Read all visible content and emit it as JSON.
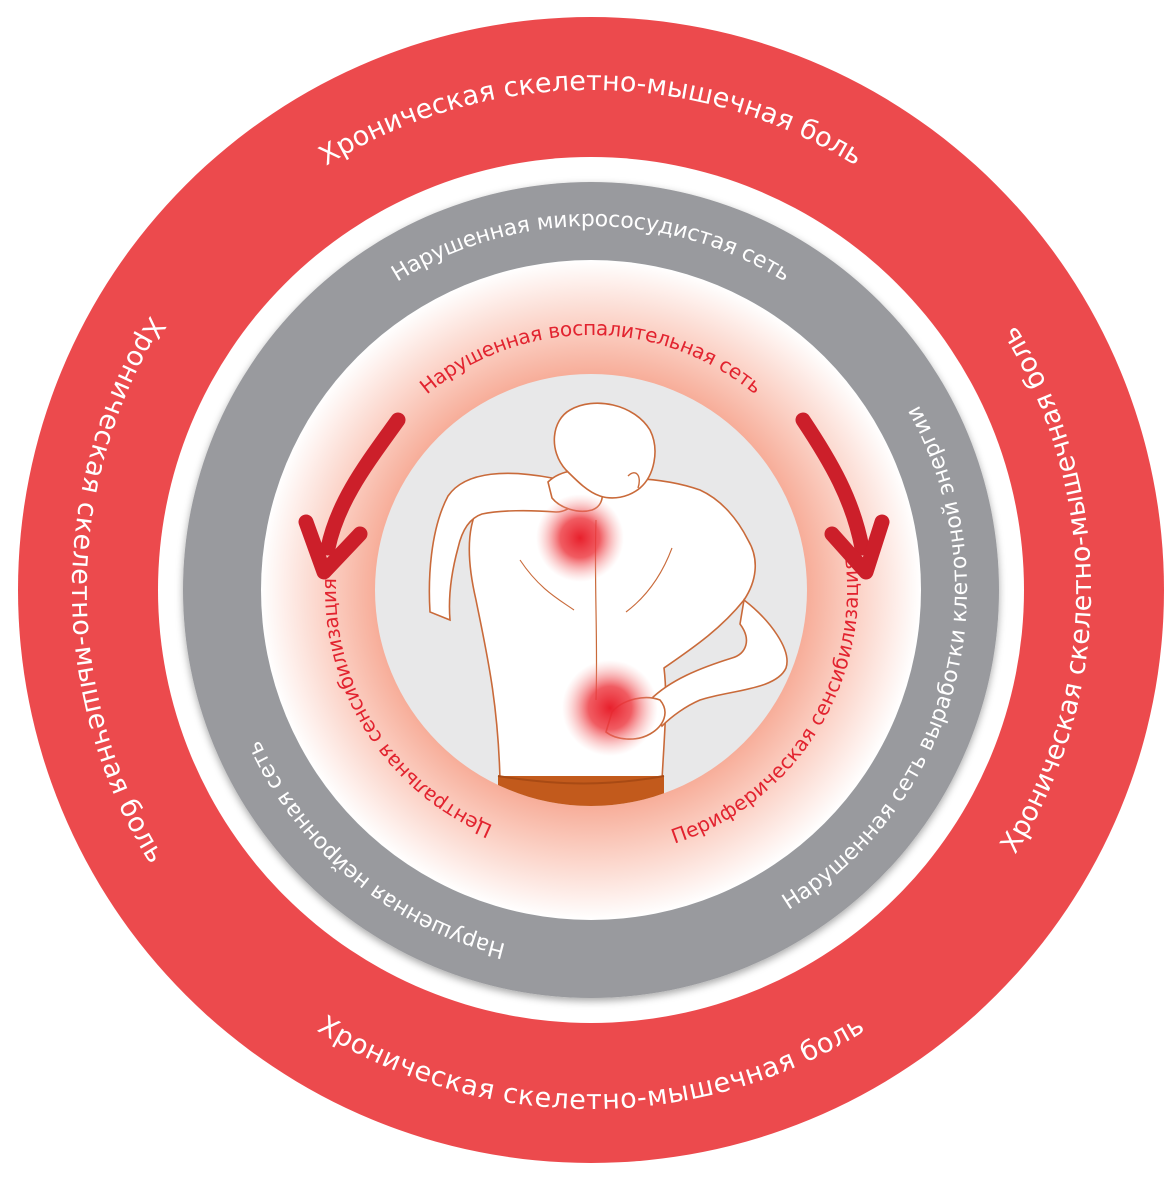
{
  "rings": {
    "outer": {
      "color": "#ec4a4d",
      "labels": {
        "top": "Хроническая скелетно-мышечная боль",
        "bottom": "Хроническая скелетно-мышечная боль",
        "left": "Хроническая скелетно-мышечная боль",
        "right": "Хроническая скелетно-мышечная боль",
        "right_flipped": "Хроническая скелетно-мышечная боль"
      }
    },
    "middle": {
      "color": "#999a9e",
      "labels": {
        "top": "Нарушенная микрососудистая сеть",
        "left": "Нарушенная нейронная сеть",
        "right": "Нарушенная сеть выработки клеточной энергии"
      }
    },
    "inner": {
      "glow_color": "#f3a08f",
      "labels": {
        "top": "Нарушенная воспалительная сеть",
        "left": "Центральная сенсибилизация",
        "right": "Периферическая сенсибилизация"
      }
    }
  },
  "figure": {
    "description_icon": "man-holding-neck-and-lower-back-icon",
    "pain_color": "#e8202c",
    "waistband_color": "#c25a1c"
  },
  "arrows": {
    "color": "#cc1f2a"
  }
}
